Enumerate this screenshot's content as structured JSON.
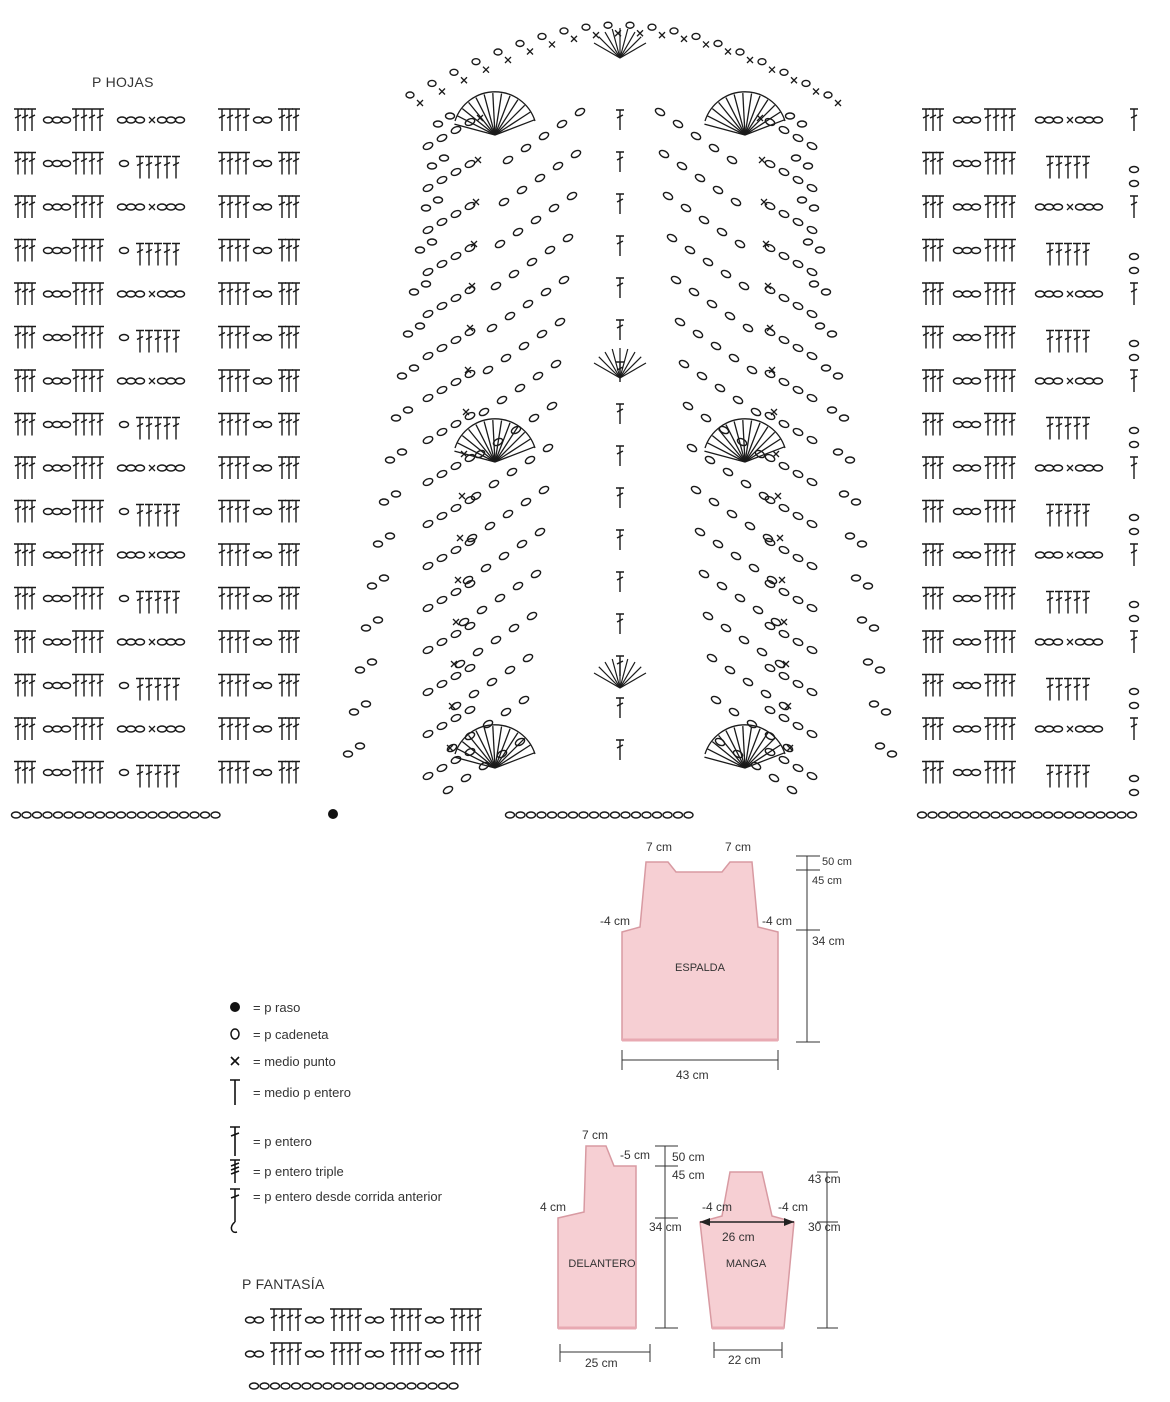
{
  "chart_title": "P HOJAS",
  "pattern_title": "P FANTASÍA",
  "legend": [
    {
      "icon": "slip-stitch-dot-icon",
      "text": "= p raso"
    },
    {
      "icon": "chain-stitch-oval-icon",
      "text": "= p cadeneta"
    },
    {
      "icon": "single-crochet-x-icon",
      "text": "= medio punto"
    },
    {
      "icon": "half-double-crochet-icon",
      "text": "= medio p entero"
    },
    {
      "icon": "double-crochet-icon",
      "text": "= p entero"
    },
    {
      "icon": "triple-crochet-icon",
      "text": "= p entero triple"
    },
    {
      "icon": "post-stitch-icon",
      "text": "= p entero desde corrida anterior"
    }
  ],
  "pieces": {
    "espalda": {
      "name": "ESPALDA",
      "neck_left": "7 cm",
      "neck_right": "7 cm",
      "armhole_left": "-4 cm",
      "armhole_right": "-4 cm",
      "height_total": "50 cm",
      "height_shoulder": "45 cm",
      "height_body": "34 cm",
      "width": "43 cm"
    },
    "delantero": {
      "name": "DELANTERO",
      "neck": "7 cm",
      "neck_dec": "-5 cm",
      "armhole": "4 cm",
      "height_total": "50 cm",
      "height_shoulder": "45 cm",
      "height_body": "34 cm",
      "width": "25 cm"
    },
    "manga": {
      "name": "MANGA",
      "dec_left": "-4 cm",
      "dec_right": "-4 cm",
      "upper_width": "26 cm",
      "height_total": "43 cm",
      "height_body": "30 cm",
      "width": "22 cm"
    }
  },
  "colors": {
    "piece_fill": "#f6cfd3",
    "piece_stroke": "#d89aa2",
    "ink": "#222222"
  }
}
